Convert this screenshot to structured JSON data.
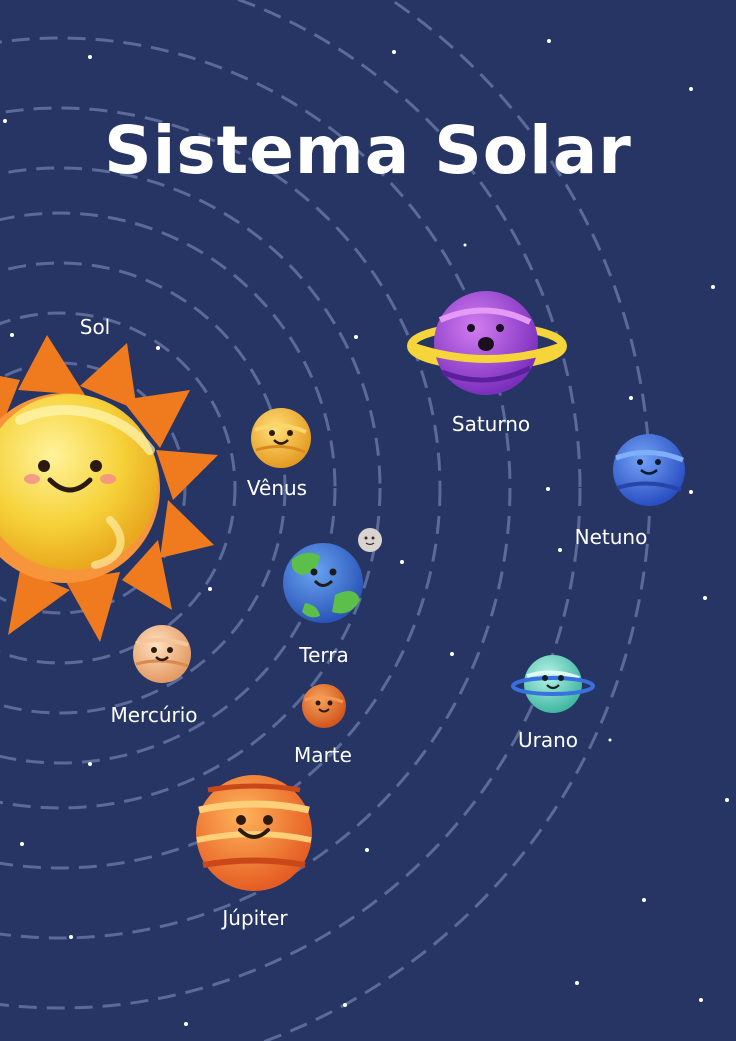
{
  "title": "Sistema Solar",
  "labels": {
    "sol": "Sol",
    "venus": "Vênus",
    "terra": "Terra",
    "mercurio": "Mercúrio",
    "marte": "Marte",
    "jupiter": "Júpiter",
    "saturno": "Saturno",
    "netuno": "Netuno",
    "urano": "Urano"
  },
  "colors": {
    "background": "#263564",
    "orbit": "#5a6a9a",
    "text": "#ffffff",
    "sun": "#f6d23a",
    "sun_rays": "#f07a1e",
    "venus": "#f2bb3a",
    "earth_water": "#3d73d6",
    "earth_land": "#5cbf4a",
    "moon": "#d9d4cf",
    "mercury": "#f1b07a",
    "mars": "#e8722a",
    "jupiter": "#f07a2c",
    "saturn": "#a44fd6",
    "saturn_ring": "#f6d53a",
    "neptune": "#3a6fe0",
    "uranus": "#63d6c2"
  }
}
